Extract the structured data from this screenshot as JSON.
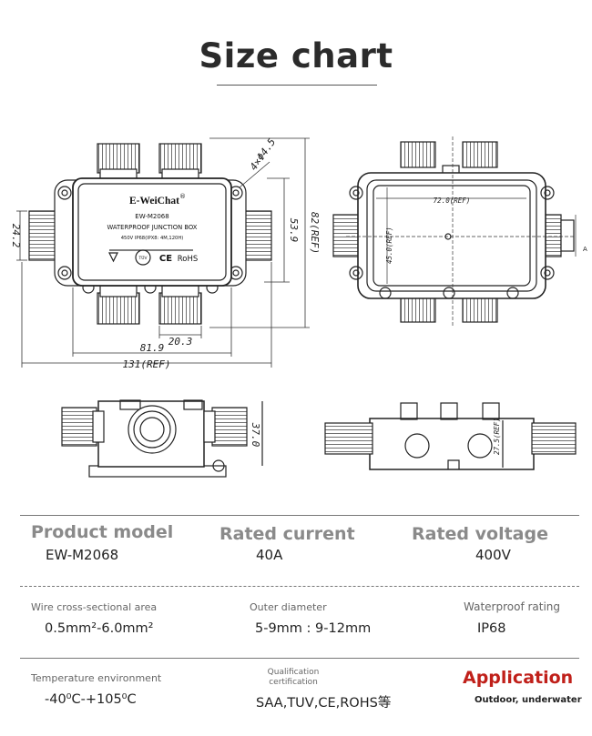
{
  "title": "Size chart",
  "drawings": {
    "top_view": {
      "brand": "E-WeiChat",
      "registered": "®",
      "model": "EW-M2068",
      "product": "WATERPROOF JUNCTION BOX",
      "spec_line": "450V   IP68(IPX8: 4M,120H)",
      "cert_marks": [
        "TÜV",
        "CE",
        "RoHS"
      ],
      "dims": {
        "hole": "4×Φ4.5",
        "height_side": "24.2",
        "height_body": "53.9",
        "height_ref": "82(REF)",
        "gland_width": "20.3",
        "body_width": "81.9",
        "total_width": "131(REF)"
      }
    },
    "inner_view": {
      "inner_width": "72.0(REF)",
      "inner_height": "45.0(REF)",
      "section": "A"
    },
    "side_view": {
      "depth": "37.0"
    },
    "section_view": {
      "depth": "27.5(REF)"
    }
  },
  "specs": {
    "row1": [
      {
        "label": "Product model",
        "value": "EW-M2068"
      },
      {
        "label": "Rated current",
        "value": "40A"
      },
      {
        "label": "Rated voltage",
        "value": "400V"
      }
    ],
    "row2": [
      {
        "label": "Wire cross-sectional area",
        "value": "0.5mm²-6.0mm²"
      },
      {
        "label": "Outer diameter",
        "value": "5-9mm : 9-12mm"
      },
      {
        "label": "Waterproof rating",
        "value": "IP68"
      }
    ],
    "row3": [
      {
        "label": "Temperature environment",
        "value": "-40⁰C-+105⁰C"
      },
      {
        "label_line1": "Qualification",
        "label_line2": "certification",
        "value": "SAA,TUV,CE,ROHS等"
      },
      {
        "label": "Application",
        "value": "Outdoor, underwater"
      }
    ]
  }
}
